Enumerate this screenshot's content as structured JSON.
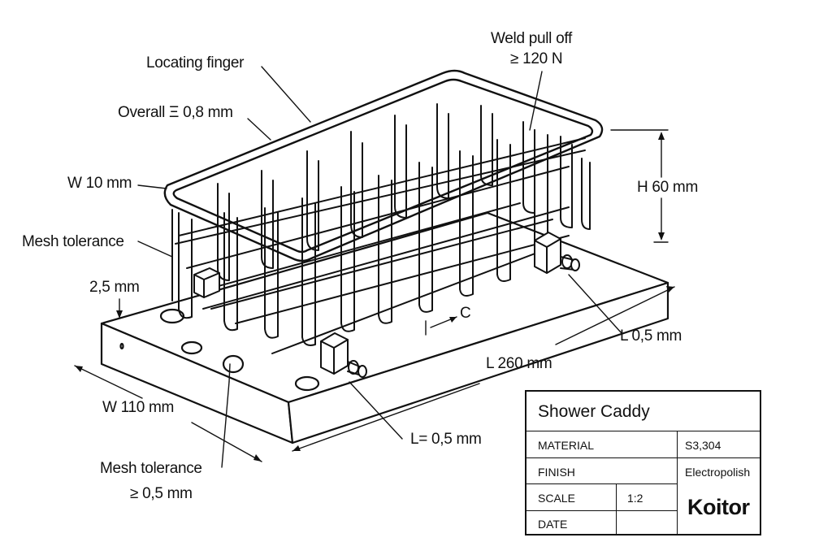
{
  "labels": {
    "weld_pull_off": "Weld pull off",
    "weld_value": "≥ 120 N",
    "locating_finger": "Locating finger",
    "overall": "Overall Ξ 0,8 mm",
    "w10": "W 10 mm",
    "h60": "H 60 mm",
    "mesh_tolerance_top": "Mesh tolerance",
    "thick": "2,5 mm",
    "c_mark": "C",
    "l05_right": "L 0,5 mm",
    "l260": "L 260 mm",
    "w110": "W 110 mm",
    "l05_bottom": "L= 0,5 mm",
    "mesh_tolerance_bottom": "Mesh tolerance",
    "mesh_tolerance_value": "≥ 0,5 mm"
  },
  "title_block": {
    "title": "Shower Caddy",
    "material_label": "MATERIAL",
    "material_value": "S3,304",
    "finish_label": "FINISH",
    "finish_value": "Electropolish",
    "scale_label": "SCALE",
    "scale_value": "1:2",
    "date_label": "DATE",
    "logo": "Koitor"
  }
}
